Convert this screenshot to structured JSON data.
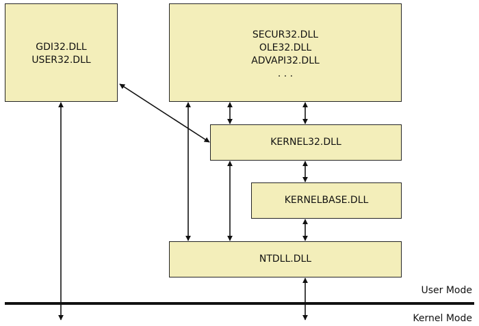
{
  "colors": {
    "box_fill": "#f3eeba",
    "stroke": "#111111"
  },
  "boxes": {
    "gdi": {
      "lines": [
        "GDI32.DLL",
        "USER32.DLL"
      ]
    },
    "secur": {
      "lines": [
        "SECUR32.DLL",
        "OLE32.DLL",
        "ADVAPI32.DLL",
        ". . ."
      ]
    },
    "kernel32": {
      "label": "KERNEL32.DLL"
    },
    "kernelbase": {
      "label": "KERNELBASE.DLL"
    },
    "ntdll": {
      "label": "NTDLL.DLL"
    }
  },
  "modes": {
    "user": "User Mode",
    "kernel": "Kernel Mode"
  }
}
